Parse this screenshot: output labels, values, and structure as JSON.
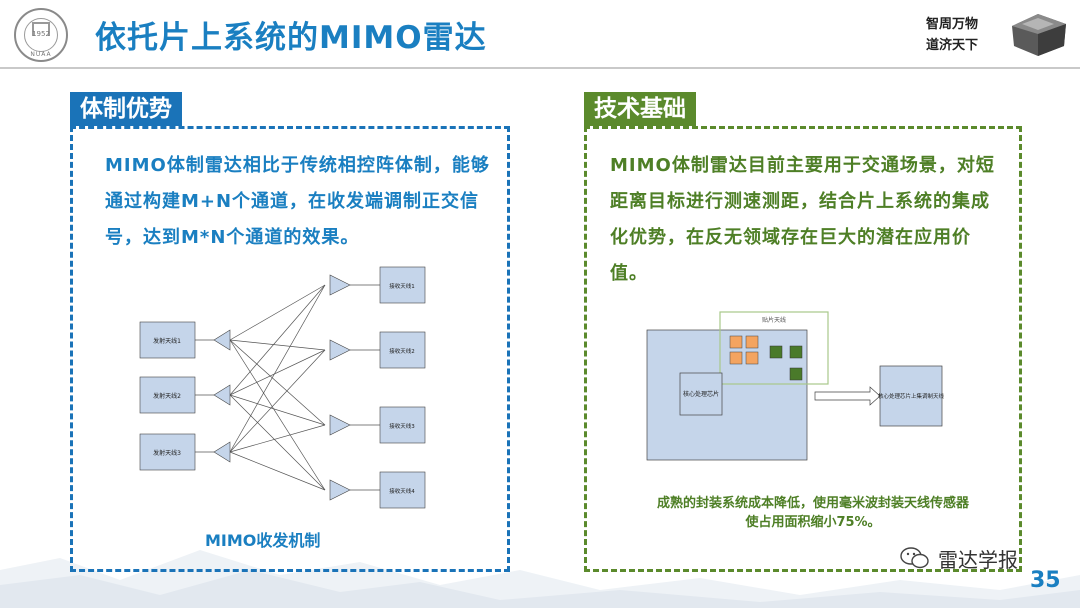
{
  "header": {
    "logo_year": "1952",
    "logo_abbr": "NUAA",
    "title": "依托片上系统的MIMO雷达",
    "motto_line1": "智周万物",
    "motto_line2": "道济天下"
  },
  "left_panel": {
    "tag": "体制优势",
    "text": "MIMO体制雷达相比于传统相控阵体制，能够通过构建M+N个通道，在收发端调制正交信号，达到M*N个通道的效果。",
    "tx_labels": [
      "发射天线1",
      "发射天线2",
      "发射天线3"
    ],
    "rx_labels": [
      "接收天线1",
      "接收天线2",
      "接收天线3",
      "接收天线4"
    ],
    "caption": "MIMO收发机制"
  },
  "right_panel": {
    "tag": "技术基础",
    "text": "MIMO体制雷达目前主要用于交通场景，对短距离目标进行测速测距，结合片上系统的集成化优势，在反无领域存在巨大的潜在应用价值。",
    "antenna_label": "贴片天线",
    "chip_label_left": "核心处理芯片",
    "chip_label_right": "核心处理芯片上集调制天线",
    "caption_line1": "成熟的封装系统成本降低，使用毫米波封装天线传感器",
    "caption_line2": "使占用面积缩小75%。"
  },
  "footer": {
    "brand": "雷达学报",
    "page_number": "35"
  },
  "colors": {
    "blue": "#1a7fc1",
    "green": "#5b8a2c",
    "box_fill": "#c5d5ea",
    "orange": "#f4a460",
    "dark_green": "#4a7a2a"
  }
}
